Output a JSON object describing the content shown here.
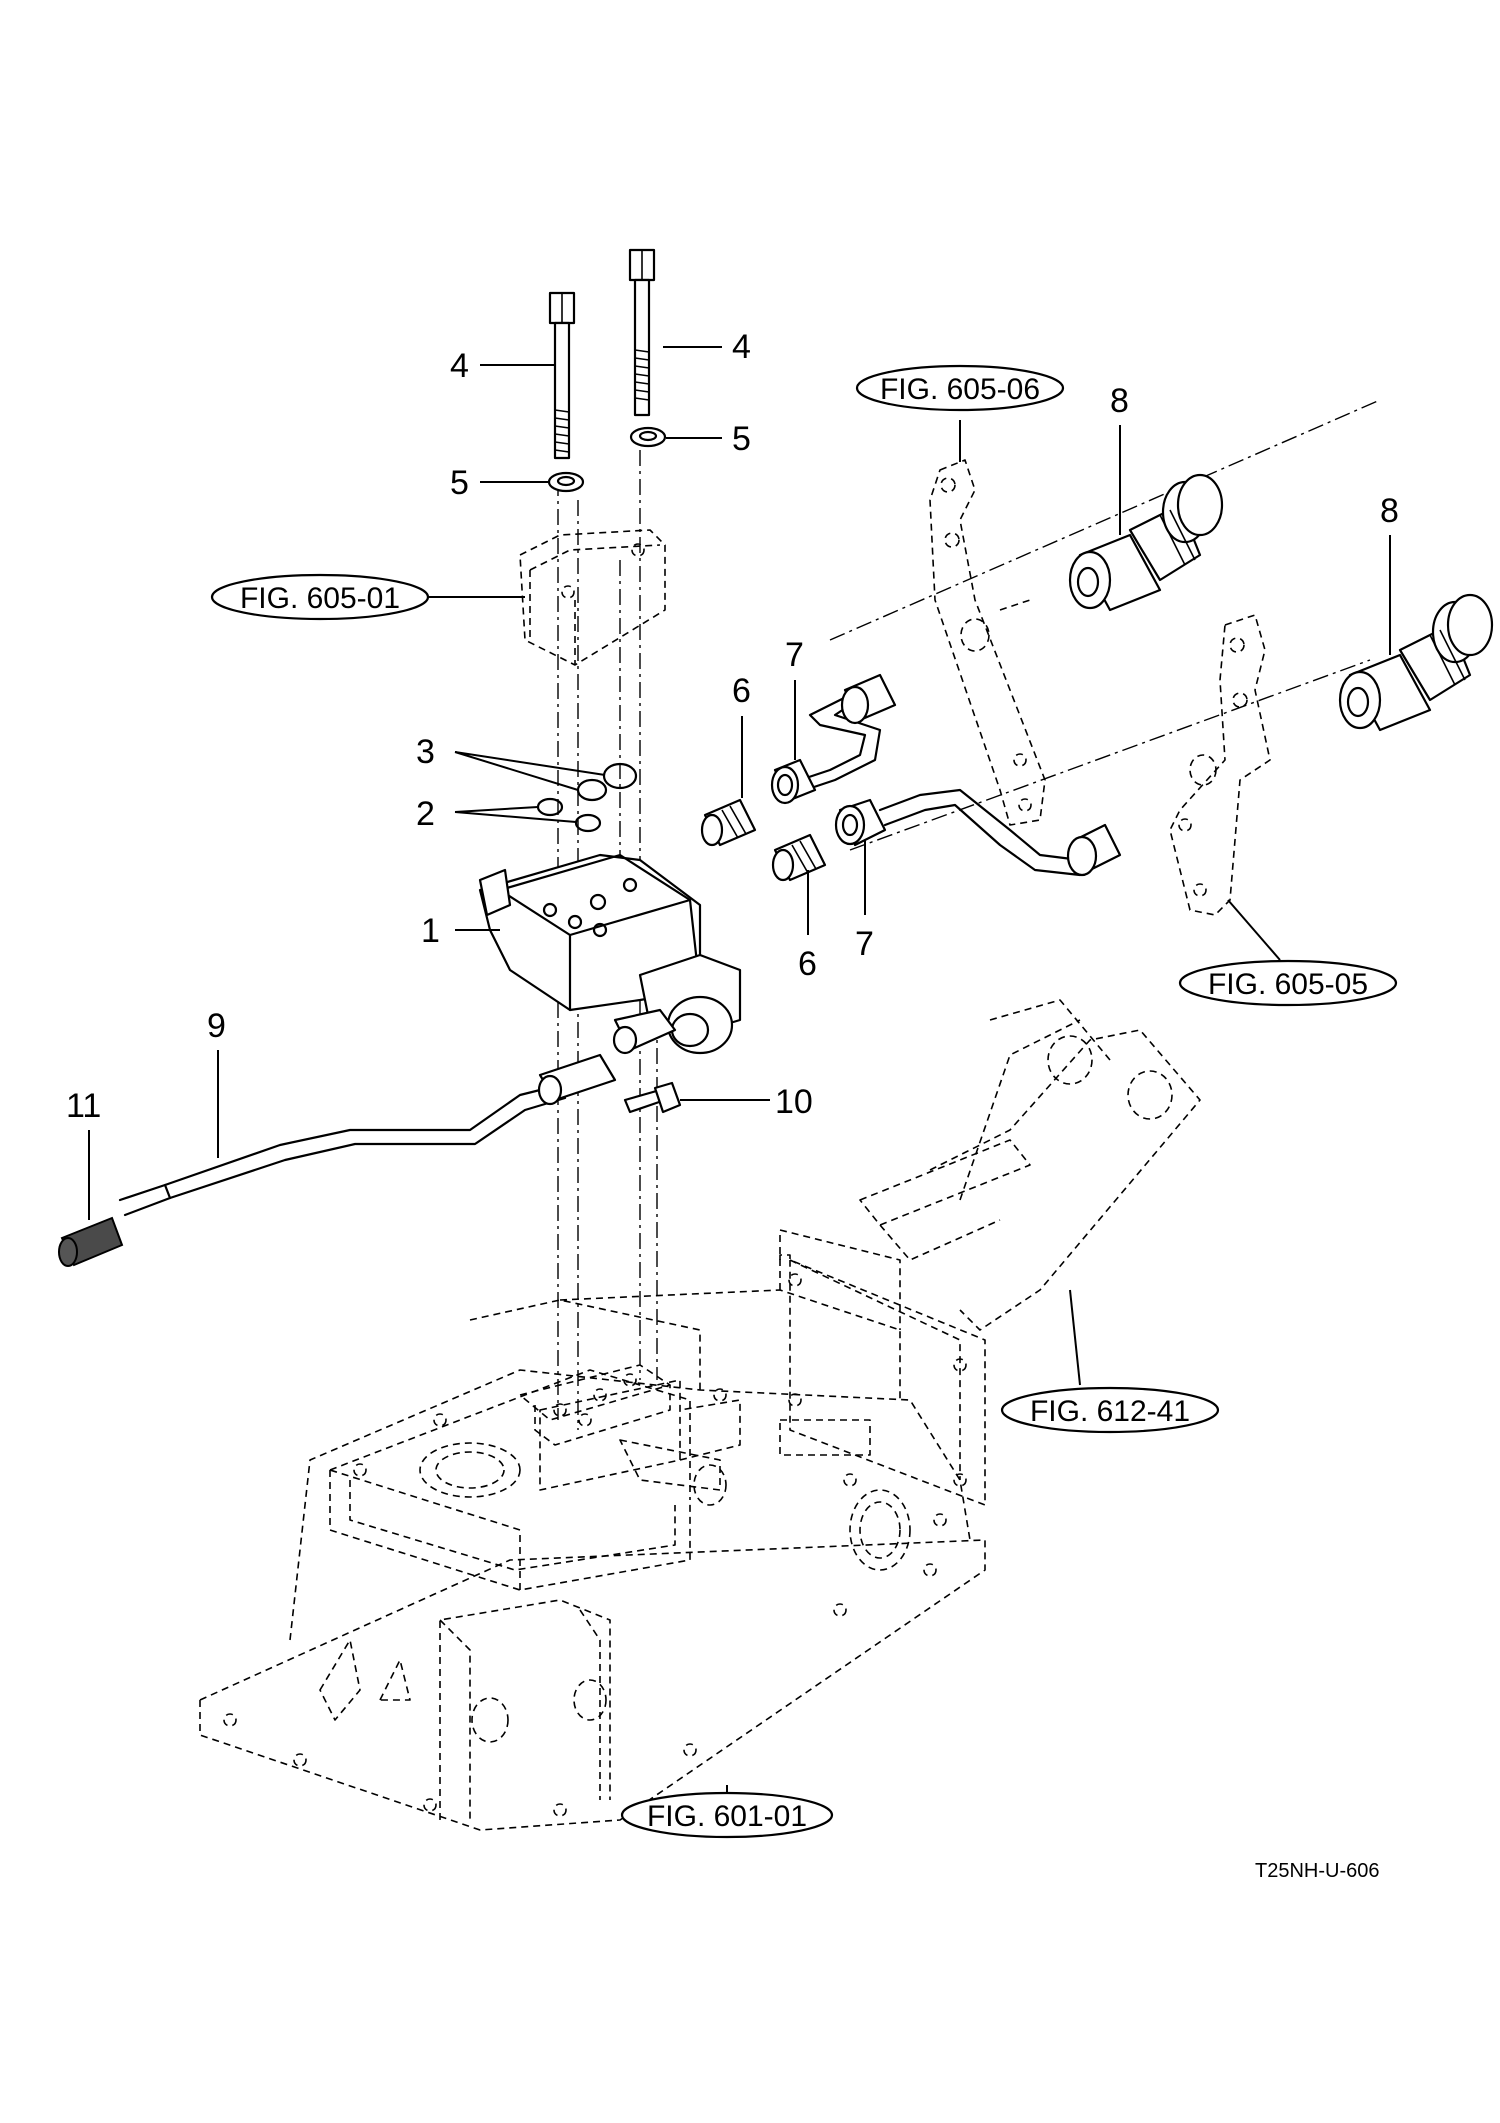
{
  "callouts": {
    "c1": "1",
    "c2": "2",
    "c3": "3",
    "c4a": "4",
    "c4b": "4",
    "c5a": "5",
    "c5b": "5",
    "c6a": "6",
    "c6b": "6",
    "c7a": "7",
    "c7b": "7",
    "c8a": "8",
    "c8b": "8",
    "c9": "9",
    "c10": "10",
    "c11": "11"
  },
  "figure_refs": {
    "fig_605_01": "FIG. 605-01",
    "fig_605_06": "FIG. 605-06",
    "fig_605_05": "FIG. 605-05",
    "fig_612_41": "FIG. 612-41",
    "fig_601_01": "FIG. 601-01"
  },
  "drawing_code": "T25NH-U-606"
}
